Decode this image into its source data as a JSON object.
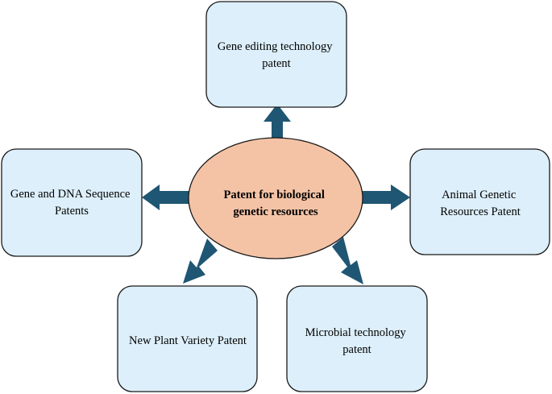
{
  "center": {
    "label_line1": "Patent for biological",
    "label_line2": "genetic resources"
  },
  "nodes": {
    "top": {
      "line1": "Gene editing technology",
      "line2": "patent"
    },
    "left": {
      "line1": "Gene and DNA Sequence",
      "line2": "Patents"
    },
    "right": {
      "line1": "Animal Genetic",
      "line2": "Resources Patent"
    },
    "bottom_left": {
      "line1": "New Plant Variety Patent"
    },
    "bottom_right": {
      "line1": "Microbial technology",
      "line2": "patent"
    }
  },
  "colors": {
    "box_fill": "#DDEFFA",
    "box_stroke": "#1a1a1a",
    "ellipse_fill": "#F4C3A6",
    "arrow_fill": "#1F5673"
  }
}
